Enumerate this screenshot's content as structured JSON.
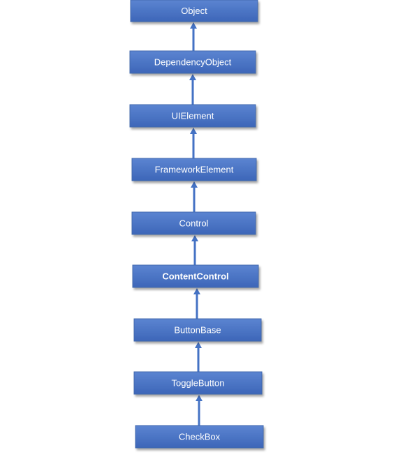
{
  "diagram": {
    "type": "inheritance-hierarchy",
    "nodes": [
      {
        "id": "object",
        "label": "Object",
        "bold": false
      },
      {
        "id": "dependency-object",
        "label": "DependencyObject",
        "bold": false
      },
      {
        "id": "ui-element",
        "label": "UIElement",
        "bold": false
      },
      {
        "id": "framework-element",
        "label": "FrameworkElement",
        "bold": false
      },
      {
        "id": "control",
        "label": "Control",
        "bold": false
      },
      {
        "id": "content-control",
        "label": "ContentControl",
        "bold": true
      },
      {
        "id": "button-base",
        "label": "ButtonBase",
        "bold": false
      },
      {
        "id": "toggle-button",
        "label": "ToggleButton",
        "bold": false
      },
      {
        "id": "check-box",
        "label": "CheckBox",
        "bold": false
      }
    ],
    "edges": [
      {
        "from": "dependency-object",
        "to": "object"
      },
      {
        "from": "ui-element",
        "to": "dependency-object"
      },
      {
        "from": "framework-element",
        "to": "ui-element"
      },
      {
        "from": "control",
        "to": "framework-element"
      },
      {
        "from": "content-control",
        "to": "control"
      },
      {
        "from": "button-base",
        "to": "content-control"
      },
      {
        "from": "toggle-button",
        "to": "button-base"
      },
      {
        "from": "check-box",
        "to": "toggle-button"
      }
    ],
    "colors": {
      "box_top": "#5b84d1",
      "box_bottom": "#3d66b8",
      "box_border": "#3f68ad",
      "arrow": "#4472c4",
      "text": "#ffffff"
    }
  }
}
